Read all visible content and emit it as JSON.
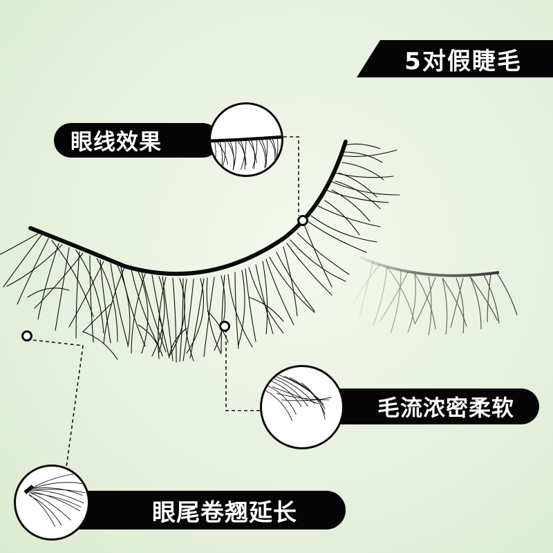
{
  "title": "5对假睫毛",
  "labels": {
    "eyeliner": "眼线效果",
    "soft": "毛流浓密柔软",
    "tail": "眼尾卷翘延长"
  },
  "colors": {
    "background": "#e9f2e1",
    "label_background": "#050505",
    "label_text": "#ffffff"
  }
}
